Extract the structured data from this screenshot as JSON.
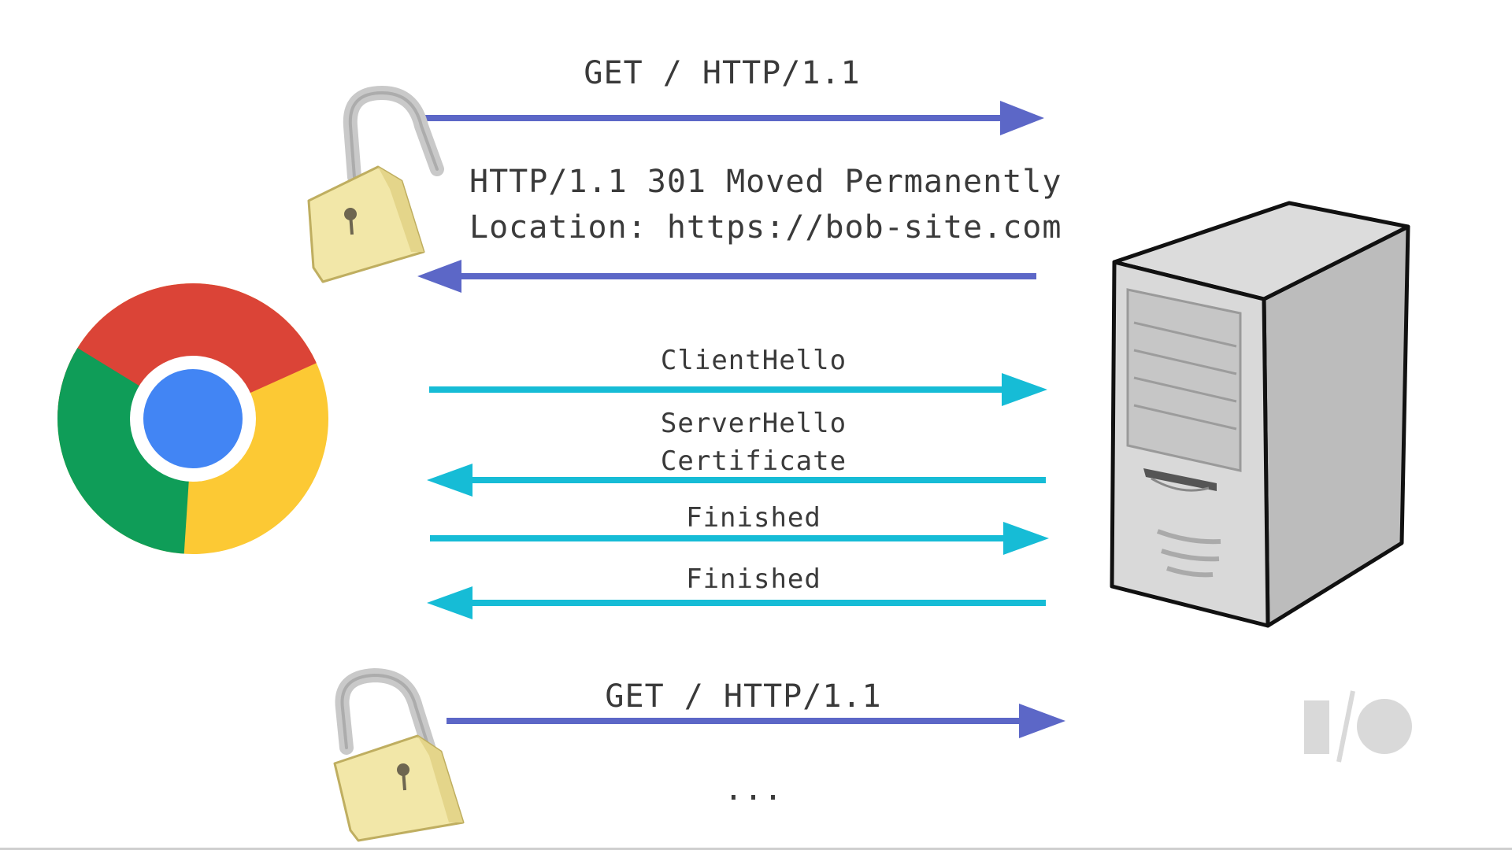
{
  "colors": {
    "http_arrow": "#5c67c7",
    "tls_arrow": "#16bcd6",
    "text": "#3a3a3a",
    "chrome_red": "#db4437",
    "chrome_yellow": "#fcc934",
    "chrome_green": "#0f9d58",
    "chrome_blue": "#4285f4",
    "server_body": "#d6d6d6",
    "lock_body": "#f2e7a8",
    "watermark": "#d9d9d9"
  },
  "icons": {
    "browser": "chrome-logo-icon",
    "server": "server-tower-icon",
    "unlocked": "unlocked-padlock-icon",
    "locked": "locked-padlock-icon",
    "watermark": "io-logo-icon"
  },
  "messages": {
    "get_plain": "GET / HTTP/1.1",
    "redirect_status": "HTTP/1.1 301 Moved Permanently",
    "redirect_location": "Location: https://bob-site.com",
    "client_hello": "ClientHello",
    "server_hello": "ServerHello",
    "certificate": "Certificate",
    "finished_client": "Finished",
    "finished_server": "Finished",
    "get_secure": "GET / HTTP/1.1",
    "ellipsis": "..."
  }
}
